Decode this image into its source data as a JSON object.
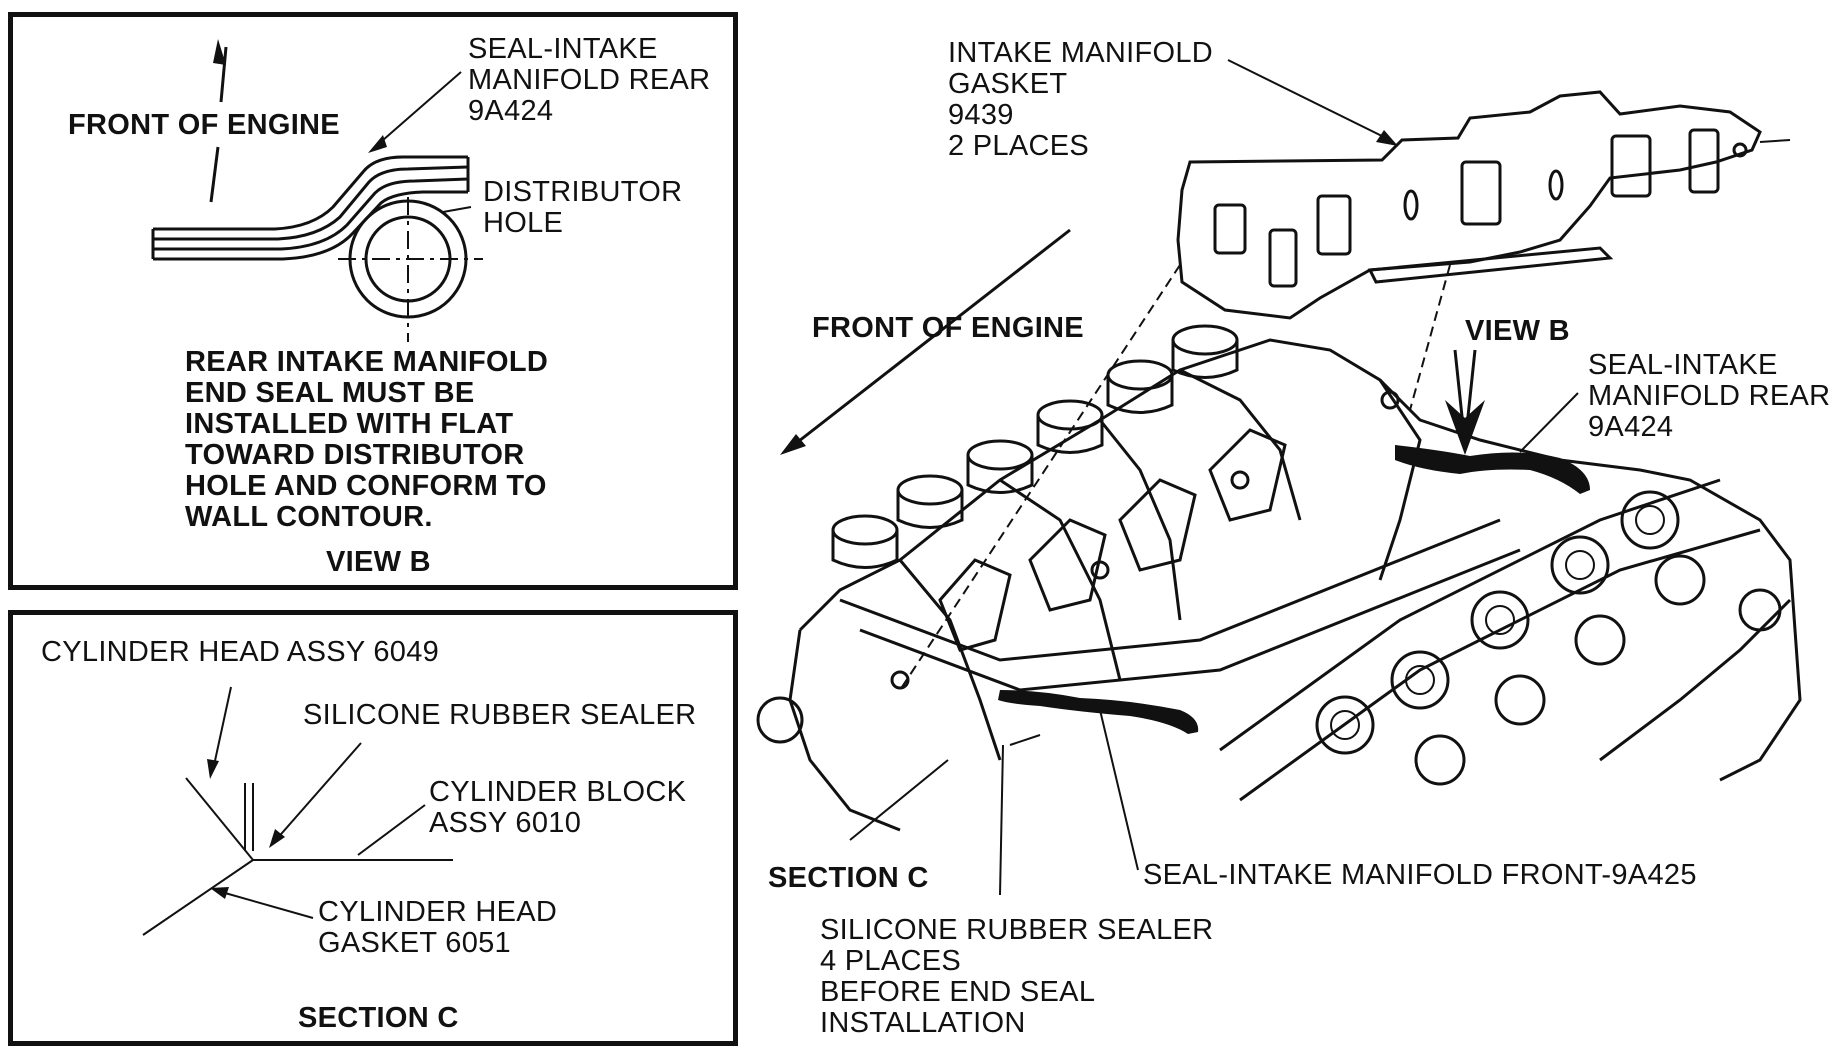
{
  "view_b": {
    "front_of_engine": "FRONT OF ENGINE",
    "seal_label": "SEAL-INTAKE\nMANIFOLD REAR\n9A424",
    "distributor_label": "DISTRIBUTOR\nHOLE",
    "note": "REAR INTAKE MANIFOLD\nEND SEAL MUST BE\nINSTALLED WITH FLAT\nTOWARD DISTRIBUTOR\nHOLE AND CONFORM TO\nWALL CONTOUR.",
    "caption": "VIEW B"
  },
  "section_c": {
    "cylinder_head_assy": "CYLINDER HEAD ASSY 6049",
    "silicone_sealer": "SILICONE RUBBER SEALER",
    "cylinder_block": "CYLINDER BLOCK\nASSY 6010",
    "head_gasket": "CYLINDER HEAD\nGASKET 6051",
    "caption": "SECTION C"
  },
  "main": {
    "gasket_label": "INTAKE MANIFOLD\nGASKET\n9439\n2 PLACES",
    "front_of_engine": "FRONT OF ENGINE",
    "view_b_label": "VIEW B",
    "seal_rear_label": "SEAL-INTAKE\nMANIFOLD REAR\n9A424",
    "section_c_label": "SECTION C",
    "seal_front_label": "SEAL-INTAKE MANIFOLD FRONT-9A425",
    "silicone_label": "SILICONE RUBBER SEALER\n4 PLACES\nBEFORE END SEAL\nINSTALLATION"
  }
}
